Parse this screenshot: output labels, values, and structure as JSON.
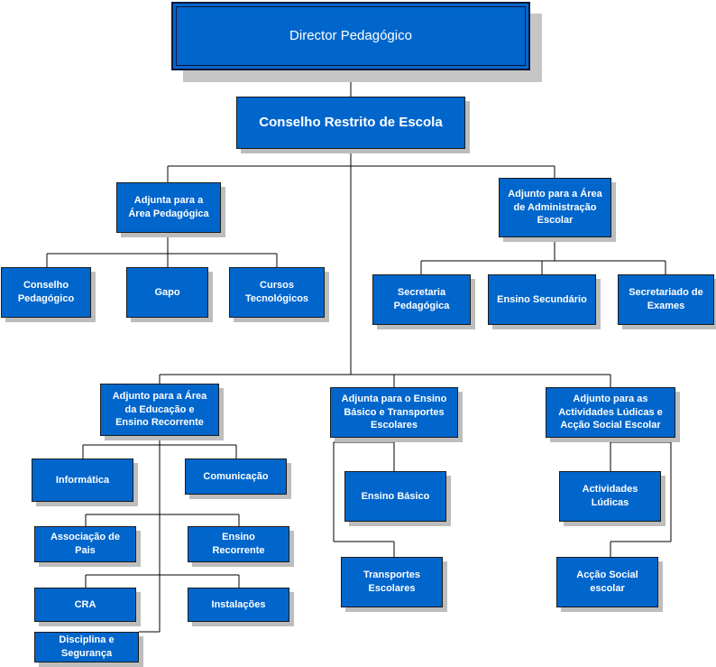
{
  "chart": {
    "director": "Director Pedagógico",
    "council": "Conselho Restrito de Escola",
    "adj_pedagogica": "Adjunta para a\nÁrea Pedagógica",
    "adj_administracao": "Adjunto para a Área\nde Administração\nEscolar",
    "conselho_pedagogico": "Conselho\nPedagógico",
    "gapo": "Gapo",
    "cursos_tecnologicos": "Cursos\nTecnológicos",
    "secretaria_pedagogica": "Secretaria\nPedagógica",
    "ensino_secundario": "Ensino Secundário",
    "secretariado_exames": "Secretariado de\nExames",
    "adj_educacao": "Adjunto para a Área\nda Educação e\nEnsino Recorrente",
    "adj_ensino_basico": "Adjunta para o Ensino\nBásico e Transportes\nEscolares",
    "adj_ludicas": "Adjunto para as\nActividades Lúdicas e\nAcção Social Escolar",
    "informatica": "Informática",
    "comunicacao": "Comunicação",
    "associacao_pais": "Associação de\nPais",
    "ensino_recorrente": "Ensino\nRecorrente",
    "cra": "CRA",
    "instalacoes": "Instalações",
    "disciplina_seguranca": "Disciplina e\nSegurança",
    "ensino_basico": "Ensino Básico",
    "transportes_escolares": "Transportes\nEscolares",
    "actividades_ludicas": "Actividades\nLúdicas",
    "accao_social": "Acção Social\nescolar"
  },
  "colors": {
    "box_fill": "#0066cc",
    "box_text": "#ffffff",
    "connector": "#000000",
    "shadow": "#bdbdbd"
  }
}
